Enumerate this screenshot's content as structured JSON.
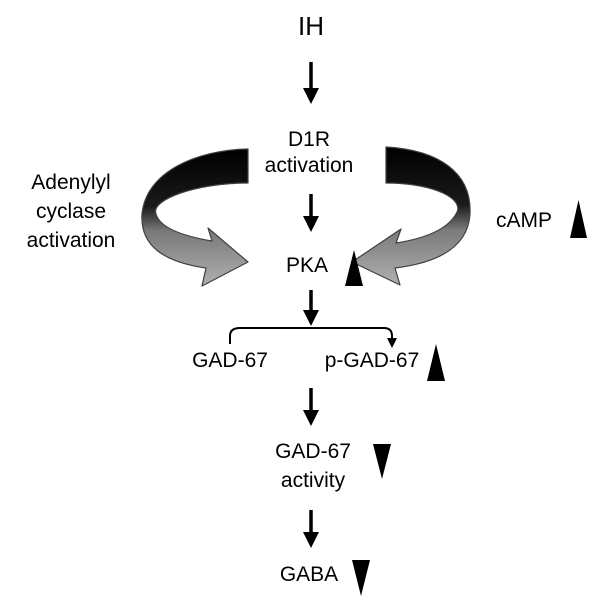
{
  "nodes": {
    "ih": "IH",
    "d1r": {
      "line1": "D1R",
      "line2": "activation"
    },
    "adenylyl": {
      "line1": "Adenylyl",
      "line2": "cyclase",
      "line3": "activation"
    },
    "camp": "cAMP",
    "pka": "PKA",
    "gad67": "GAD-67",
    "pgad67": "p-GAD-67",
    "gad67_activity": {
      "line1": "GAD-67",
      "line2": "activity"
    },
    "gaba": "GABA"
  },
  "indicators": {
    "camp": "up",
    "pka": "up",
    "pgad67": "up",
    "gad67_activity": "down",
    "gaba": "down"
  },
  "colors": {
    "ink": "#000000",
    "curved_arrow_dark": "#000000",
    "curved_arrow_light": "#a6a6a6",
    "curved_arrow_outline": "#404040",
    "background": "#ffffff"
  }
}
